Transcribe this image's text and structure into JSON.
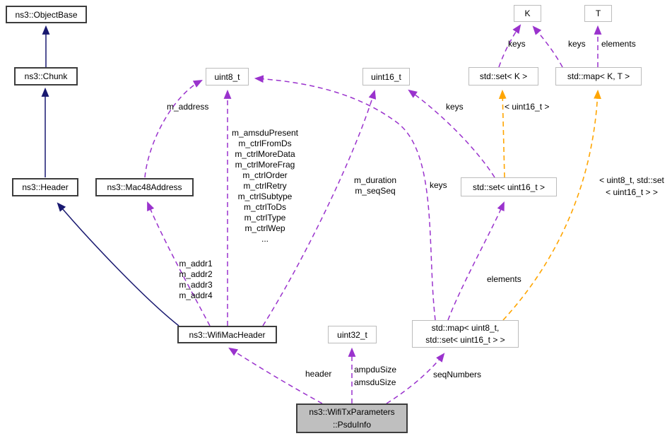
{
  "diagram": {
    "type": "doxygen-collaboration-diagram",
    "colors": {
      "inheritance_edge": "#191970",
      "usage_edge": "#9a32cd",
      "template_edge": "#ffa500",
      "focus_node_fill": "#bfbfbf",
      "node_border_dark": "#3d3d3d",
      "node_border_light": "#bcbcbc",
      "background": "#ffffff"
    },
    "nodes": {
      "objectbase": {
        "label": "ns3::ObjectBase"
      },
      "chunk": {
        "label": "ns3::Chunk"
      },
      "header": {
        "label": "ns3::Header"
      },
      "mac48address": {
        "label": "ns3::Mac48Address"
      },
      "uint8": {
        "label": "uint8_t"
      },
      "uint16": {
        "label": "uint16_t"
      },
      "uint32": {
        "label": "uint32_t"
      },
      "k": {
        "label": "K"
      },
      "t": {
        "label": "T"
      },
      "set_k": {
        "label": "std::set< K >"
      },
      "map_kt": {
        "label": "std::map< K, T >"
      },
      "set_uint16": {
        "label": "std::set< uint16_t >"
      },
      "wifimacheader": {
        "label": "ns3::WifiMacHeader"
      },
      "map_uint8_set": {
        "label": "std::map< uint8_t,\n std::set< uint16_t > >"
      },
      "psduinfo": {
        "label": "ns3::WifiTxParameters\n::PsduInfo"
      }
    },
    "edge_labels": {
      "m_address": "m_address",
      "wifimacheader_uint8_fields": "m_amsduPresent\nm_ctrlFromDs\nm_ctrlMoreData\nm_ctrlMoreFrag\nm_ctrlOrder\nm_ctrlRetry\nm_ctrlSubtype\nm_ctrlToDs\nm_ctrlType\nm_ctrlWep\n...",
      "duration_seqseq": "m_duration\nm_seqSeq",
      "keys_setuint16_to_uint16": "keys",
      "keys_mapuint8_to_uint8": "keys",
      "keys_setk_to_k": "keys",
      "keys_mapkt_to_k": "keys",
      "elements_mapkt_to_t": "elements",
      "elements_mapuint8_to_setuint16": "elements",
      "template_arg_set": "< uint16_t >",
      "template_arg_map": "< uint8_t, std::set\n< uint16_t > >",
      "addr_fields": "m_addr1\nm_addr2\nm_addr3\nm_addr4",
      "header_member": "header",
      "size_members": "ampduSize\namsduSize",
      "seq_numbers": "seqNumbers"
    }
  }
}
